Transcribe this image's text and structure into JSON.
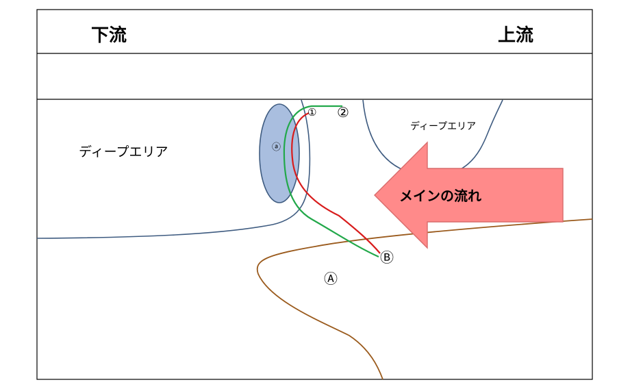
{
  "header": {
    "left_label": "下流",
    "right_label": "上流"
  },
  "areas": {
    "deep_area_left": "ディープエリア",
    "deep_area_right": "ディープエリア"
  },
  "flow": {
    "main_flow_label": "メインの流れ"
  },
  "markers": {
    "point_1": "①",
    "point_2": "②",
    "point_a_lower": "ⓐ",
    "point_A": "Ⓐ",
    "point_B": "Ⓑ"
  },
  "colors": {
    "contour_line": "#3e5b80",
    "shallow_edge_line": "#9a5a1c",
    "route_green": "#22a84a",
    "route_red": "#d81c1c",
    "main_flow_arrow_fill": "#ff8a8a",
    "main_flow_arrow_stroke": "#d96b6b",
    "spot_fill": "#a9bedf",
    "spot_stroke": "#3e5b80",
    "frame": "#000000"
  }
}
